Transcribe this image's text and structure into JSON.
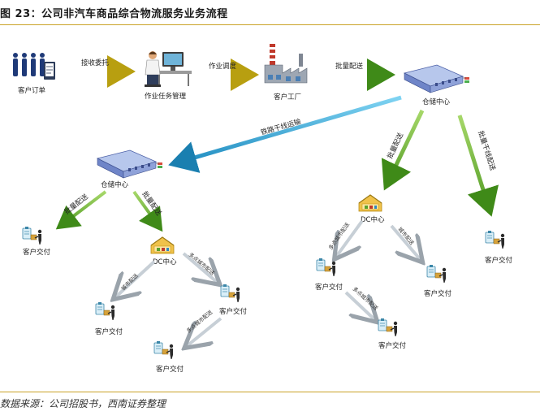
{
  "title": "图 23：公司非汽车商品综合物流服务业务流程",
  "source": "数据来源：公司招股书，西南证券整理",
  "nodes": {
    "customer_order": "客户订单",
    "task_management": "作业任务管理",
    "customer_factory": "客户工厂",
    "warehouse_right": "仓储中心",
    "warehouse_left": "仓储中心",
    "dc_left": "DC中心",
    "dc_right": "DC中心",
    "delivery": "客户交付"
  },
  "arrows": {
    "receive_order": "接收委托",
    "dispatch": "作业调度",
    "batch_delivery": "批量配送",
    "rail_trunk": "铁路干线运输",
    "batch_trunk": "批量干线配送",
    "city_delivery": "城市配送",
    "multi_point": "多点城市配送"
  }
}
